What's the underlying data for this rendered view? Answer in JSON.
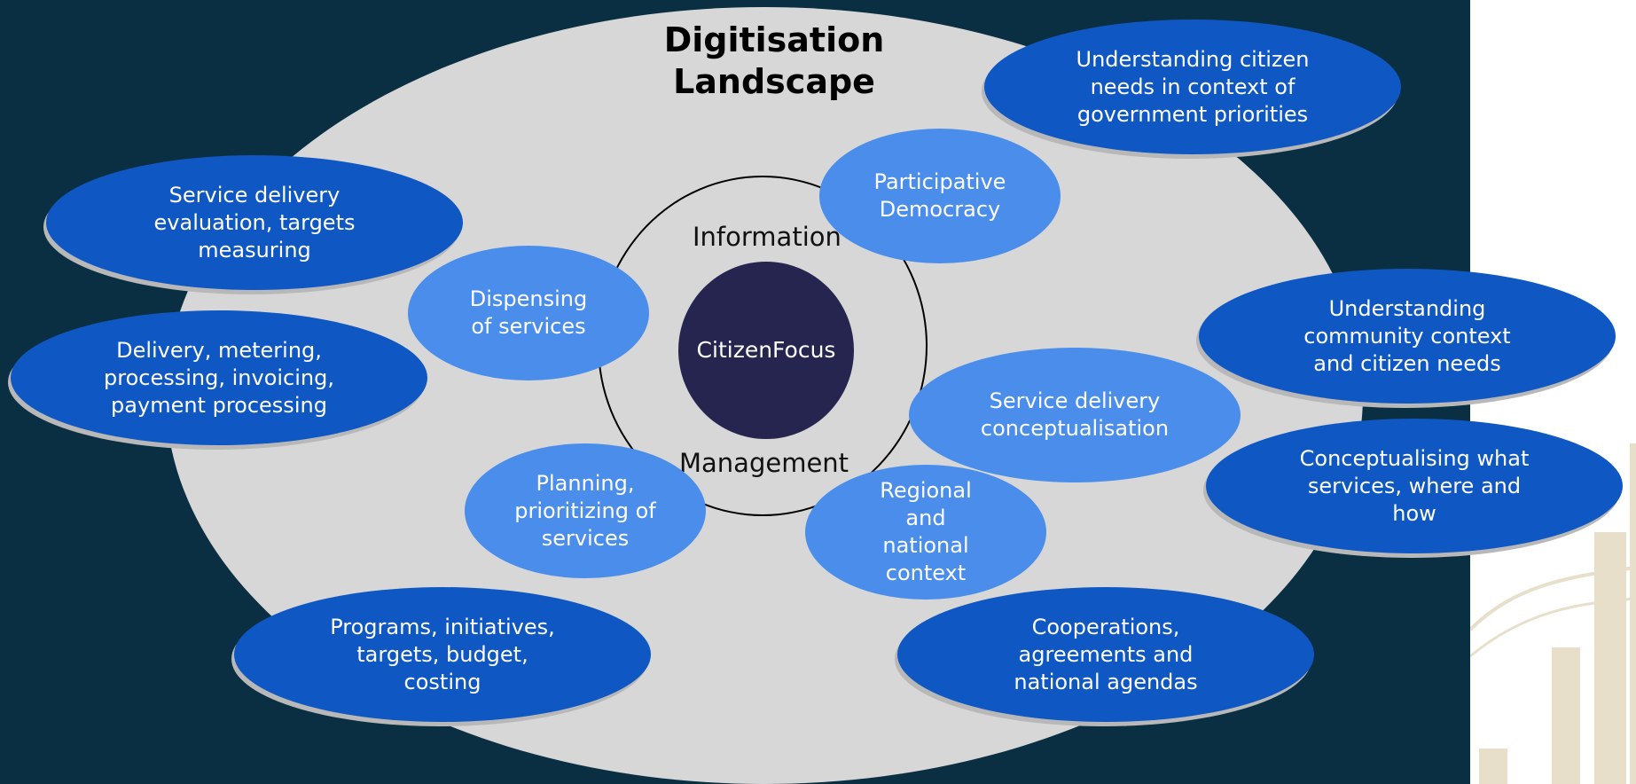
{
  "title": "Digitisation\nLandscape",
  "ring": {
    "top_label": "Information",
    "bottom_label": "Management"
  },
  "center": "Citizen\nFocus",
  "inner_nodes": [
    "Participative\nDemocracy",
    "Dispensing\nof services",
    "Service delivery\nconceptualisation",
    "Planning,\nprioritizing of\nservices",
    "Regional\nand\nnational\ncontext"
  ],
  "outer_nodes": [
    "Understanding citizen\nneeds in context of\ngovernment priorities",
    "Service delivery\nevaluation, targets\nmeasuring",
    "Delivery, metering,\nprocessing, invoicing,\npayment processing",
    "Understanding\ncommunity context\nand citizen needs",
    "Conceptualising what\nservices, where and\nhow",
    "Programs, initiatives,\ntargets, budget,\ncosting",
    "Cooperations,\nagreements and\nnational agendas"
  ],
  "colors": {
    "background": "#0b2f42",
    "landscape": "#d7d7d7",
    "center": "#26254f",
    "inner_node": "#4a8deb",
    "outer_node": "#0f57c2"
  }
}
